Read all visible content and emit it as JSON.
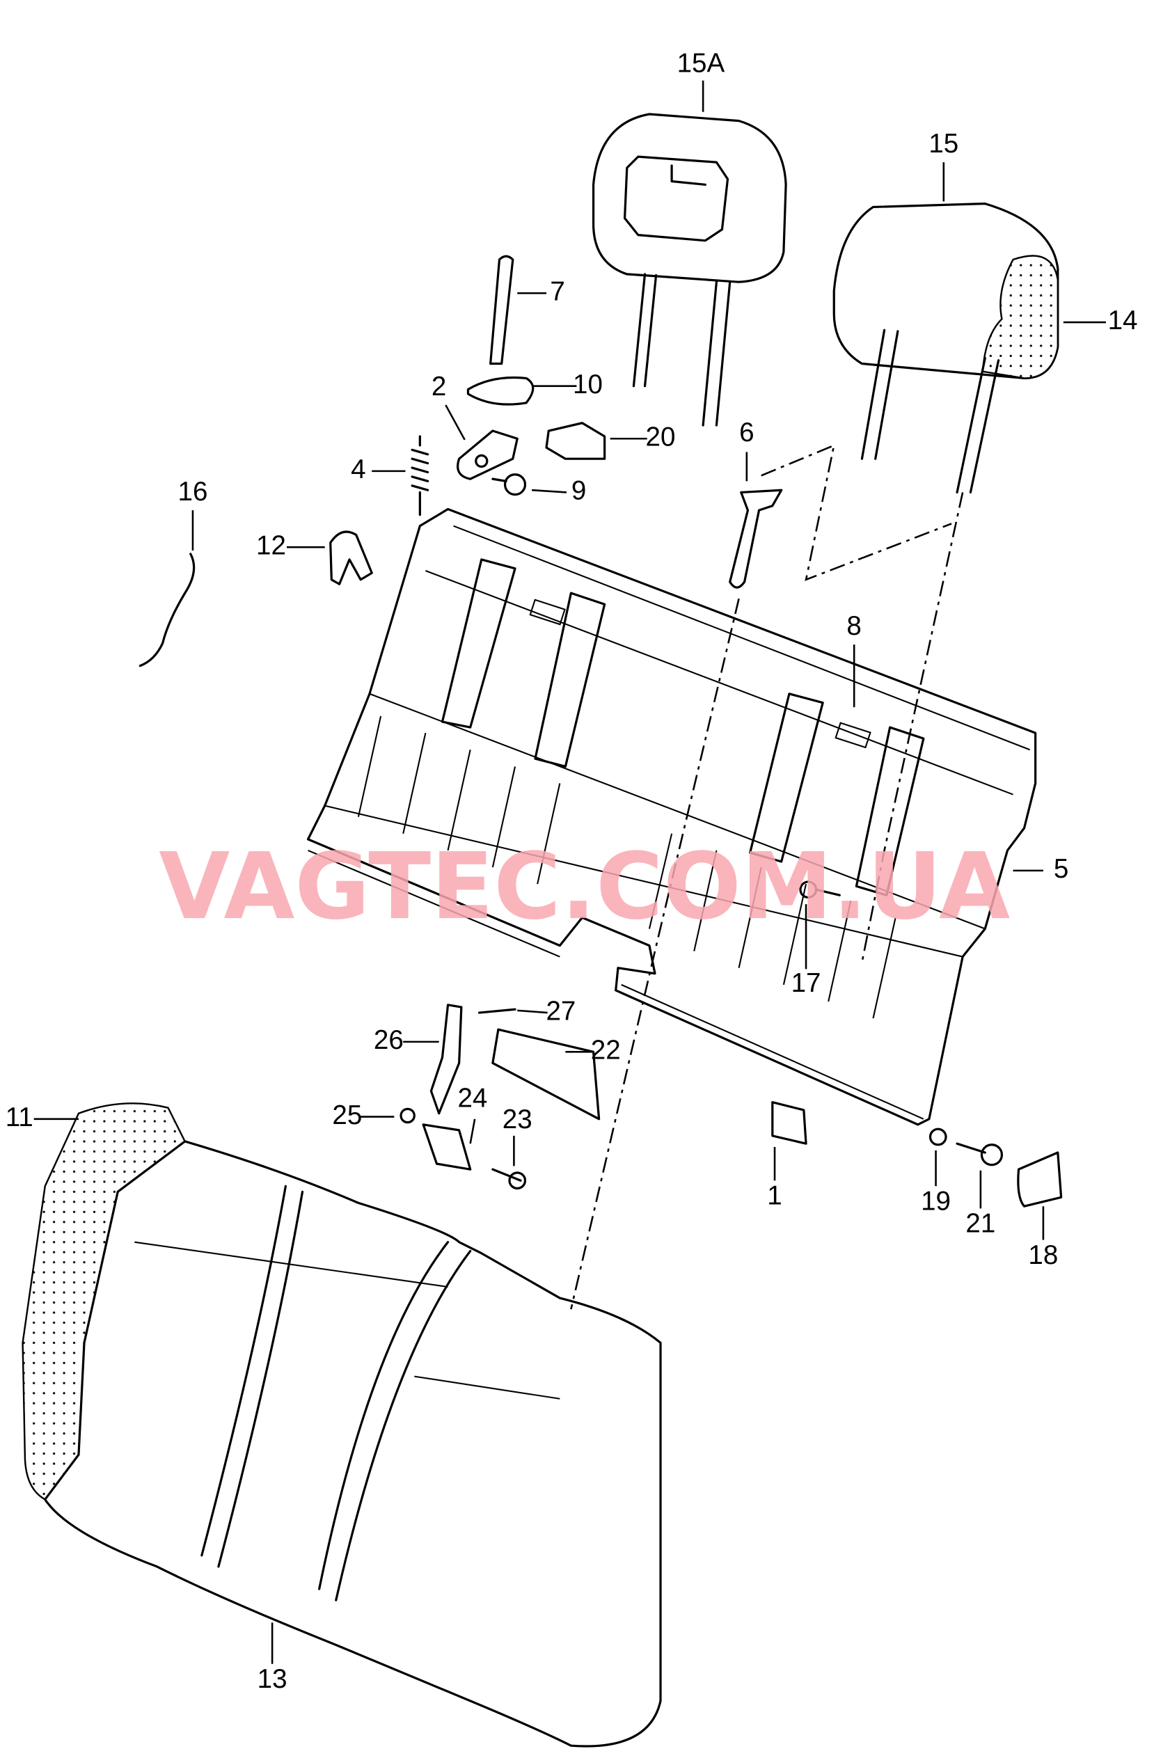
{
  "diagram": {
    "watermark": "VAGTEC.COM.UA",
    "callouts": [
      "15A",
      "15",
      "14",
      "7",
      "10",
      "2",
      "20",
      "6",
      "4",
      "9",
      "16",
      "12",
      "8",
      "5",
      "17",
      "27",
      "26",
      "22",
      "25",
      "24",
      "23",
      "11",
      "1",
      "19",
      "21",
      "18",
      "13"
    ]
  }
}
